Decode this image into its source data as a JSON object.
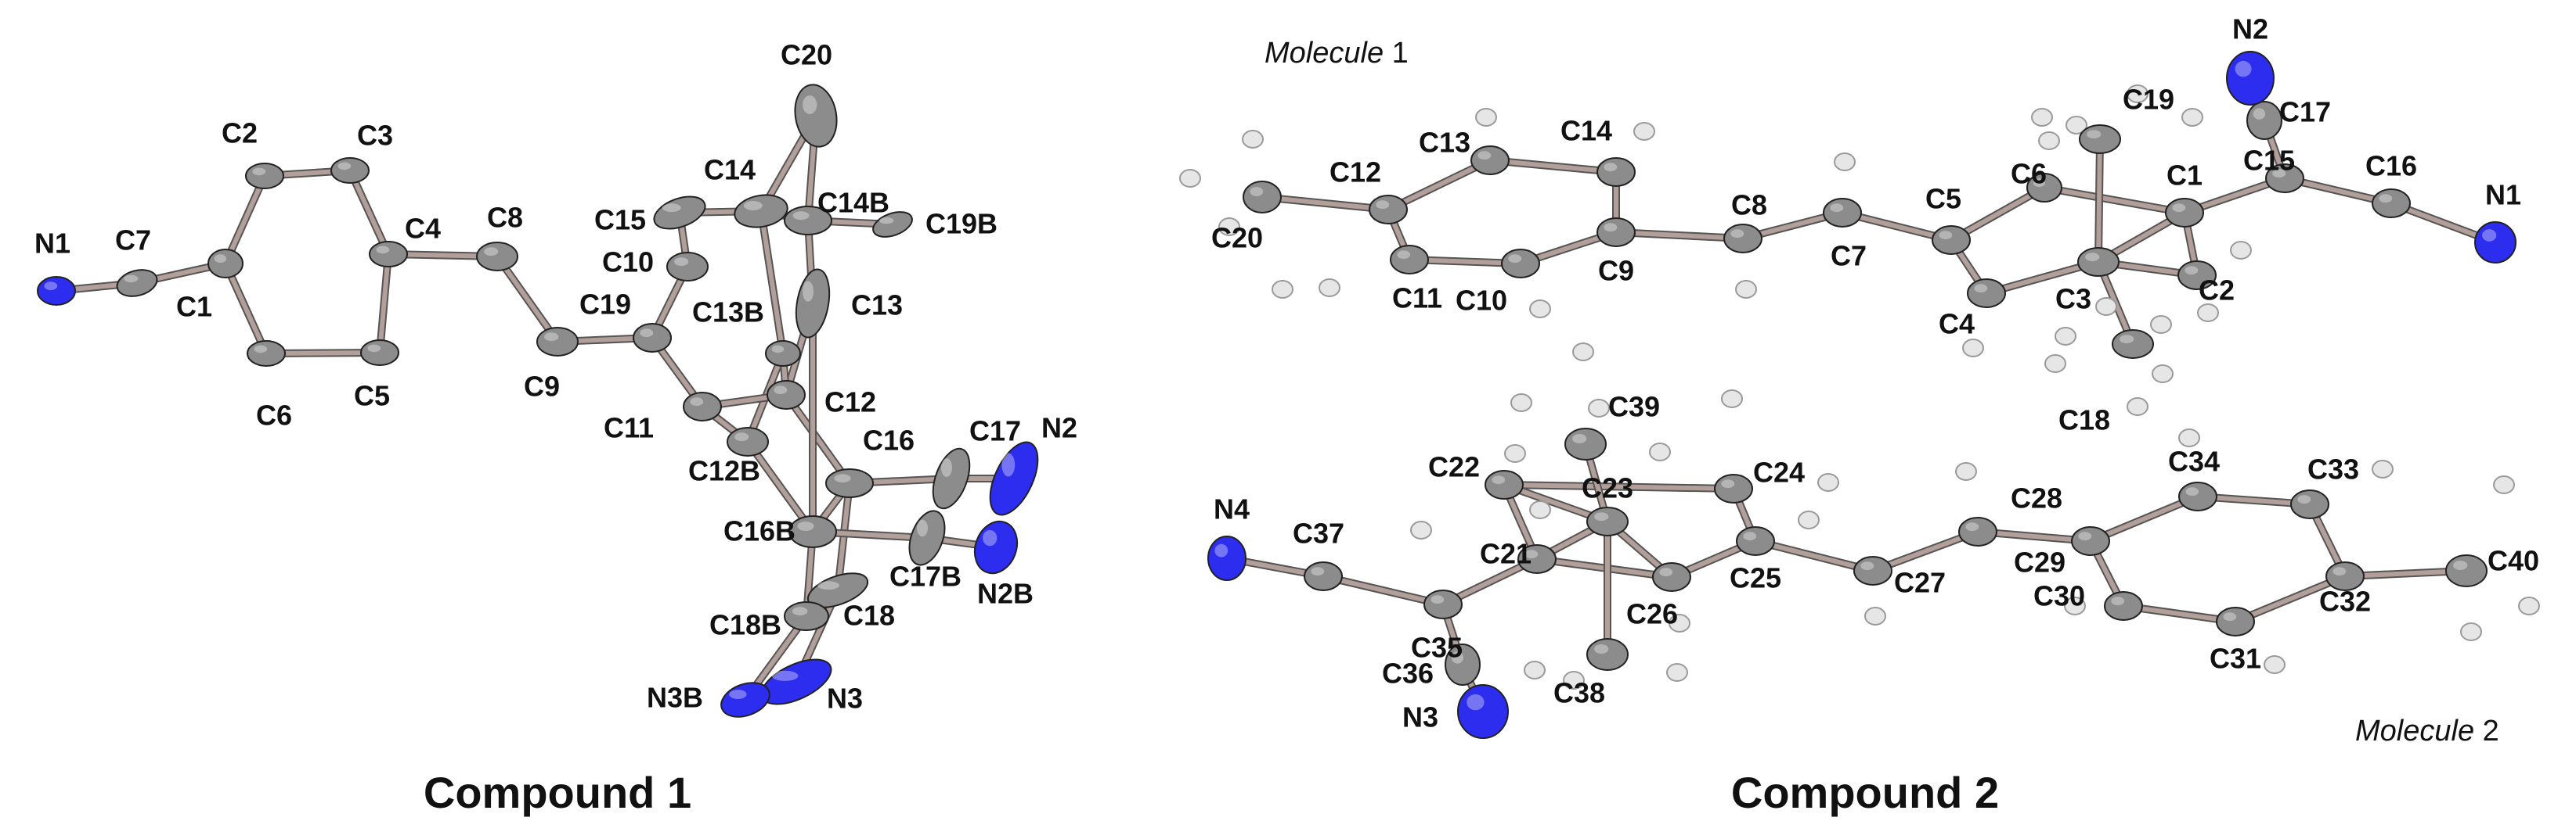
{
  "colors": {
    "carbon": "#8c8c8c",
    "nitrogen": "#2d2df0",
    "hydrogen": "#e6e6e6",
    "bond": "#b29f99",
    "bond_dark": "#555555",
    "label": "#111111"
  },
  "captions": {
    "compound1": "Compound 1",
    "compound2": "Compound 2"
  },
  "molecule_labels": {
    "m1_prefix": "Molecule",
    "m1_num": " 1",
    "m2_prefix": "Molecule",
    "m2_num": " 2"
  },
  "compound1": {
    "atoms": [
      {
        "label": "N1",
        "el": "N"
      },
      {
        "label": "C7",
        "el": "C"
      },
      {
        "label": "C1",
        "el": "C"
      },
      {
        "label": "C2",
        "el": "C"
      },
      {
        "label": "C3",
        "el": "C"
      },
      {
        "label": "C4",
        "el": "C"
      },
      {
        "label": "C5",
        "el": "C"
      },
      {
        "label": "C6",
        "el": "C"
      },
      {
        "label": "C8",
        "el": "C"
      },
      {
        "label": "C9",
        "el": "C"
      },
      {
        "label": "C19",
        "el": "C"
      },
      {
        "label": "C10",
        "el": "C"
      },
      {
        "label": "C15",
        "el": "C"
      },
      {
        "label": "C11",
        "el": "C"
      },
      {
        "label": "C14",
        "el": "C"
      },
      {
        "label": "C14B",
        "el": "C"
      },
      {
        "label": "C19B",
        "el": "C"
      },
      {
        "label": "C20",
        "el": "C"
      },
      {
        "label": "C13",
        "el": "C"
      },
      {
        "label": "C13B",
        "el": "C"
      },
      {
        "label": "C12",
        "el": "C"
      },
      {
        "label": "C12B",
        "el": "C"
      },
      {
        "label": "C16",
        "el": "C"
      },
      {
        "label": "C16B",
        "el": "C"
      },
      {
        "label": "C17",
        "el": "C"
      },
      {
        "label": "C17B",
        "el": "C"
      },
      {
        "label": "N2",
        "el": "N"
      },
      {
        "label": "N2B",
        "el": "N"
      },
      {
        "label": "C18",
        "el": "C"
      },
      {
        "label": "C18B",
        "el": "C"
      },
      {
        "label": "N3",
        "el": "N"
      },
      {
        "label": "N3B",
        "el": "N"
      }
    ]
  },
  "compound2": {
    "atoms": [
      {
        "label": "C20",
        "el": "C"
      },
      {
        "label": "C12",
        "el": "C"
      },
      {
        "label": "C13",
        "el": "C"
      },
      {
        "label": "C14",
        "el": "C"
      },
      {
        "label": "C11",
        "el": "C"
      },
      {
        "label": "C10",
        "el": "C"
      },
      {
        "label": "C9",
        "el": "C"
      },
      {
        "label": "C8",
        "el": "C"
      },
      {
        "label": "C7",
        "el": "C"
      },
      {
        "label": "C5",
        "el": "C"
      },
      {
        "label": "C6",
        "el": "C"
      },
      {
        "label": "C4",
        "el": "C"
      },
      {
        "label": "C3",
        "el": "C"
      },
      {
        "label": "C19",
        "el": "C"
      },
      {
        "label": "C18",
        "el": "C"
      },
      {
        "label": "C1",
        "el": "C"
      },
      {
        "label": "C2",
        "el": "C"
      },
      {
        "label": "C15",
        "el": "C"
      },
      {
        "label": "C16",
        "el": "C"
      },
      {
        "label": "C17",
        "el": "C"
      },
      {
        "label": "N1",
        "el": "N"
      },
      {
        "label": "N2",
        "el": "N"
      },
      {
        "label": "N4",
        "el": "N"
      },
      {
        "label": "C37",
        "el": "C"
      },
      {
        "label": "C35",
        "el": "C"
      },
      {
        "label": "C36",
        "el": "C"
      },
      {
        "label": "N3",
        "el": "N"
      },
      {
        "label": "C21",
        "el": "C"
      },
      {
        "label": "C22",
        "el": "C"
      },
      {
        "label": "C23",
        "el": "C"
      },
      {
        "label": "C39",
        "el": "C"
      },
      {
        "label": "C38",
        "el": "C"
      },
      {
        "label": "C24",
        "el": "C"
      },
      {
        "label": "C25",
        "el": "C"
      },
      {
        "label": "C26",
        "el": "C"
      },
      {
        "label": "C27",
        "el": "C"
      },
      {
        "label": "C28",
        "el": "C"
      },
      {
        "label": "C29",
        "el": "C"
      },
      {
        "label": "C30",
        "el": "C"
      },
      {
        "label": "C34",
        "el": "C"
      },
      {
        "label": "C33",
        "el": "C"
      },
      {
        "label": "C31",
        "el": "C"
      },
      {
        "label": "C32",
        "el": "C"
      },
      {
        "label": "C40",
        "el": "C"
      }
    ]
  }
}
